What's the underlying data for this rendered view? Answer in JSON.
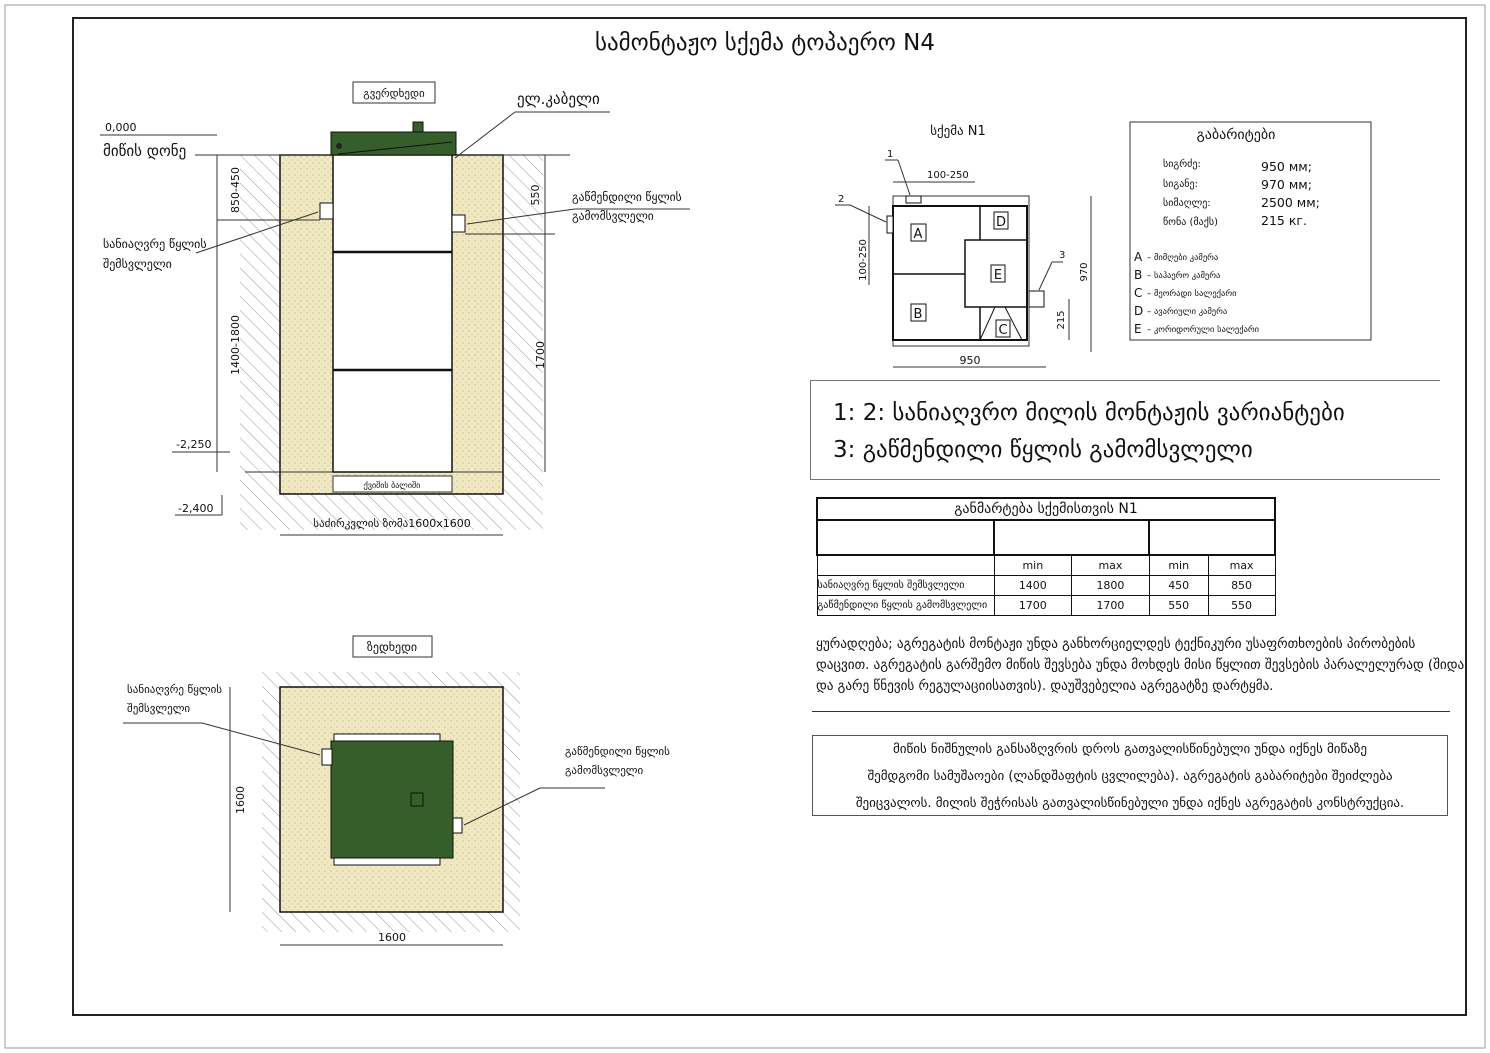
{
  "title": "სამონტაჟო სქემა ტოპაერო N4",
  "side_view": {
    "label": "გვერდხედი",
    "cable": "ელ.კაბელი",
    "ground_mark": "0,000",
    "ground_label": "მიწის დონე",
    "dim_inlet_depth": "850-450",
    "dim_inlet_height": "1400-1800",
    "dim_outlet_depth": "550",
    "dim_outlet_height": "1700",
    "mark_bottom": "-2,250",
    "mark_pit": "-2,400",
    "inlet_label_1": "სანიაღვრე წყლის",
    "inlet_label_2": "შემსვლელი",
    "outlet_label_1": "გაწმენდილი წყლის",
    "outlet_label_2": "გამომსვლელი",
    "sand_cushion": "ქვიშის ბალიში",
    "pit_size": "საძირკვლის ზომა1600x1600"
  },
  "top_view": {
    "label": "ზედხედი",
    "inlet_label_1": "სანიაღვრე წყლის",
    "inlet_label_2": "შემსვლელი",
    "outlet_label_1": "გაწმენდილი წყლის",
    "outlet_label_2": "გამომსვლელი",
    "dim_side": "1600",
    "dim_bottom": "1600"
  },
  "scheme": {
    "title": "სქემა N1",
    "callout_1": "1",
    "callout_2": "2",
    "callout_3": "3",
    "dim_top": "100-250",
    "dim_left": "100-250",
    "dim_height": "970",
    "dim_outlet": "215",
    "dim_width": "950",
    "zones": [
      "A",
      "B",
      "C",
      "D",
      "E"
    ]
  },
  "dimensions": {
    "title": "გაბარიტები",
    "rows": [
      {
        "label": "სიგრძე:",
        "value": "950 мм;"
      },
      {
        "label": "სიგანე:",
        "value": "970 мм;"
      },
      {
        "label": "სიმაღლე:",
        "value": "2500 мм;"
      },
      {
        "label": "წონა (მაქს)",
        "value": "215 кг."
      }
    ],
    "legend": [
      {
        "key": "A",
        "text": "– მიმღები კამერა"
      },
      {
        "key": "B",
        "text": "– საჰაერო კამერა"
      },
      {
        "key": "C",
        "text": "– მეორადი სალექარი"
      },
      {
        "key": "D",
        "text": "– ავარიული კამერა"
      },
      {
        "key": "E",
        "text": "– კორიდორული სალექარი"
      }
    ]
  },
  "variants": {
    "line1": "1: 2: სანიაღვრო მილის მონტაჟის ვარიანტები",
    "line2": "3: გაწმენდილი წყლის გამომსვლელი"
  },
  "table": {
    "title": "განმარტება სქემისთვის N1",
    "subheaders": [
      "min",
      "max",
      "min",
      "max"
    ],
    "rows": [
      {
        "label": "სანიაღვრე წყლის შემსვლელი",
        "values": [
          "1400",
          "1800",
          "450",
          "850"
        ]
      },
      {
        "label": "გაწმენდილი წყლის გამომსვლელი",
        "values": [
          "1700",
          "1700",
          "550",
          "550"
        ]
      }
    ]
  },
  "note": "ყურადღება; აგრეგატის მონტაჟი უნდა განხორციელდეს ტექნიკური უსაფრთხოების პირობების დაცვით. აგრეგატის გარშემო მიწის შევსება უნდა მოხდეს მისი წყლით შევსების პარალელურად (შიდა და გარე წნევის რეგულაციისათვის). დაუშვებელია აგრეგატზე დარტყმა.",
  "remark": {
    "line1": "მიწის ნიშნულის განსაზღვრის დროს გათვალისწინებული უნდა იქნეს მიწაზე",
    "line2": "შემდგომი სამუშაოები (ლანდშაფტის ცვლილება). აგრეგატის გაბარიტები შეიძლება",
    "line3": "შეიცვალოს. მილის შეჭრისას გათვალისწინებული უნდა იქნეს აგრეგატის  კონსტრუქცია."
  },
  "colors": {
    "tank_green": "#365e2b",
    "sand": "#efe8c2"
  }
}
